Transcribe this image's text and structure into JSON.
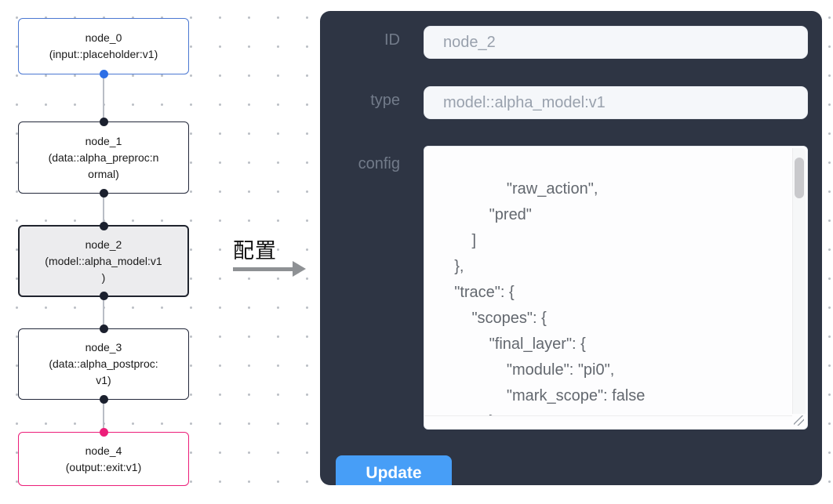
{
  "flowchart": {
    "nodes": [
      {
        "id": "node_0",
        "label": "node_0\n(input::placeholder:v1)",
        "border_color": "#4b78d2",
        "port_bottom_color": "#2e6fe6"
      },
      {
        "id": "node_1",
        "label": "node_1\n(data::alpha_preproc:n\normal)",
        "border_color": "#23283a",
        "port_top_color": "#1b202e",
        "port_bottom_color": "#1b202e"
      },
      {
        "id": "node_2",
        "label": "node_2\n(model::alpha_model:v1\n)",
        "border_color": "#20242e",
        "selected_bg": "#ececee",
        "port_top_color": "#1b202e",
        "port_bottom_color": "#1b202e"
      },
      {
        "id": "node_3",
        "label": "node_3\n(data::alpha_postproc:\nv1)",
        "border_color": "#23283a",
        "port_top_color": "#1b202e",
        "port_bottom_color": "#1b202e"
      },
      {
        "id": "node_4",
        "label": "node_4\n(output::exit:v1)",
        "border_color": "#ec1e79",
        "port_top_color": "#ec1e79"
      }
    ],
    "edge_color": "#b9bdc5"
  },
  "transition": {
    "label": "配置",
    "arrow_color": "#8e9194"
  },
  "panel": {
    "bg_color": "#2e3544",
    "fields": [
      {
        "label": "ID",
        "value": "node_2"
      },
      {
        "label": "type",
        "value": "model::alpha_model:v1"
      },
      {
        "label": "config",
        "value": "            \"raw_action\",\n            \"pred\"\n        ]\n    },\n    \"trace\": {\n        \"scopes\": {\n            \"final_layer\": {\n                \"module\": \"pi0\",\n                \"mark_scope\": false\n            },\n            \"action_model\": {"
      }
    ],
    "update_button": {
      "label": "Update",
      "color": "#479ef7"
    }
  }
}
